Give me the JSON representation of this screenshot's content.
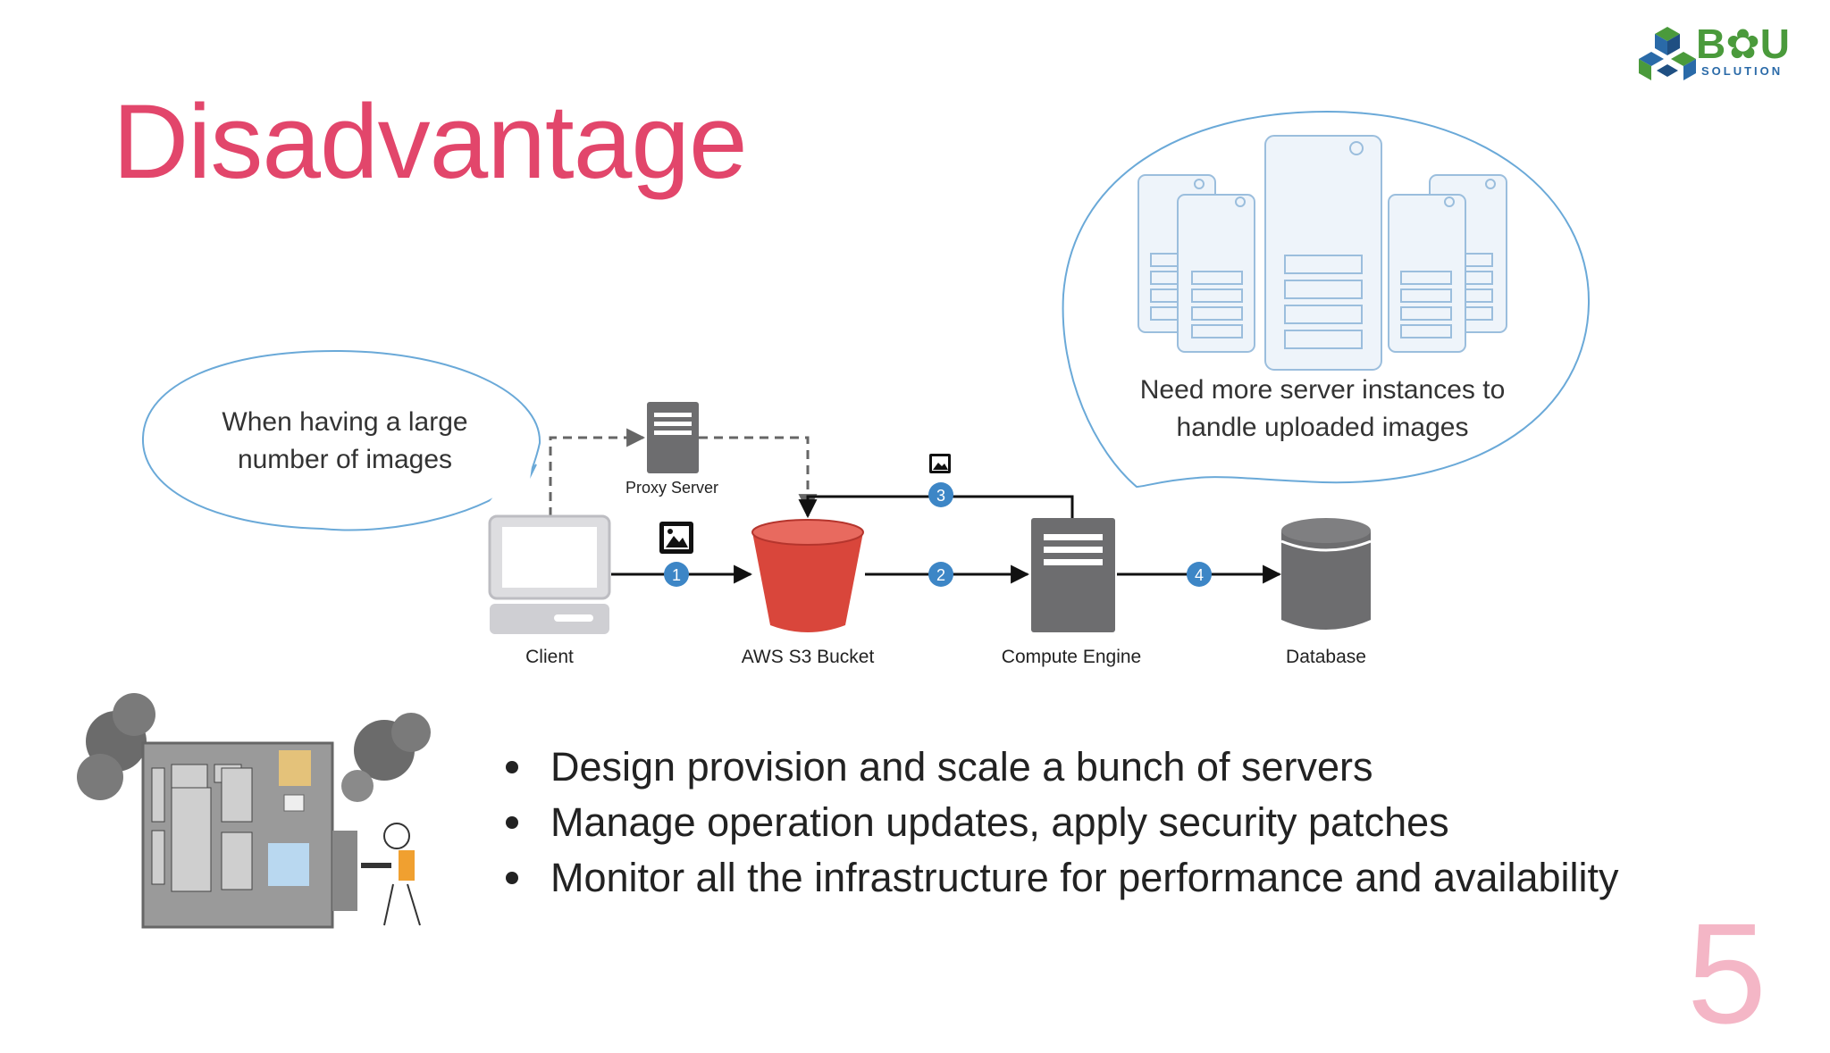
{
  "slide": {
    "title": "Disadvantage",
    "page_number": "5"
  },
  "logo": {
    "main": "B✿U",
    "sub": "SOLUTION"
  },
  "bubbles": {
    "left": {
      "line1": "When having a large",
      "line2": "number of images"
    },
    "right": {
      "line1": "Need more server instances to",
      "line2": "handle uploaded images"
    }
  },
  "diagram": {
    "nodes": {
      "client": "Client",
      "proxy": "Proxy Server",
      "s3": "AWS S3 Bucket",
      "compute": "Compute Engine",
      "database": "Database"
    },
    "steps": [
      "1",
      "2",
      "3",
      "4"
    ]
  },
  "bullets": [
    "Design provision and scale a bunch of servers",
    "Manage operation updates, apply security patches",
    "Monitor all the infrastructure for performance and availability"
  ],
  "colors": {
    "title": "#e2466b",
    "step_badge": "#3d86c6",
    "bucket": "#d9463b",
    "bubble_outline": "#6aa9d8"
  }
}
